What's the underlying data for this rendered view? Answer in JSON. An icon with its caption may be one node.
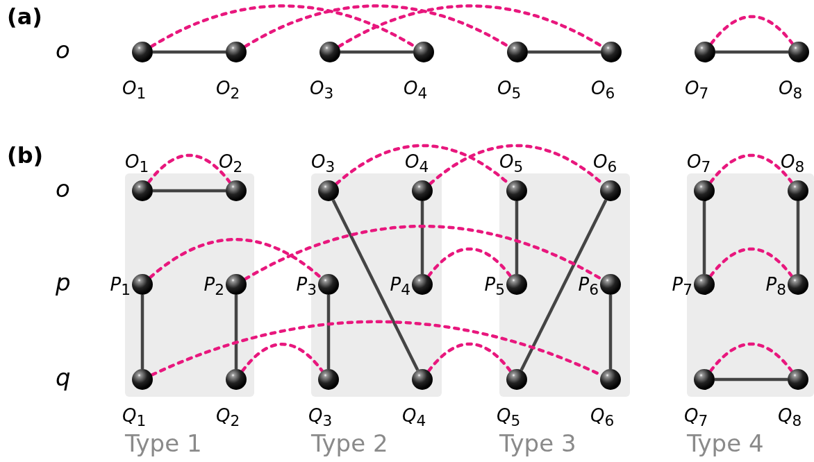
{
  "diagram": {
    "nodes": [
      {
        "text": [],
        "shape": "circle",
        "beside": [
          "*O*$_{1}$"
        ]
      },
      {
        "text": [],
        "shape": "circle",
        "beside": [
          "*O*$_{2}$"
        ]
      },
      {
        "text": [],
        "shape": "circle",
        "beside": [
          "*O*$_{3}$"
        ]
      },
      {
        "text": [],
        "shape": "circle",
        "beside": [
          "*O*$_{4}$"
        ]
      },
      {
        "text": [],
        "shape": "circle",
        "beside": [
          "*O*$_{5}$"
        ]
      },
      {
        "text": [],
        "shape": "circle",
        "beside": [
          "*O*$_{6}$"
        ]
      },
      {
        "text": [],
        "shape": "circle",
        "beside": [
          "*O*$_{7}$"
        ]
      },
      {
        "text": [],
        "shape": "circle",
        "beside": [
          "*O*$_{8}$"
        ]
      },
      {
        "text": [
          "Type 1"
        ]
      },
      {
        "text": [],
        "shape": "circle",
        "beside": [
          "*O*$_{1}$"
        ],
        "in": 8
      },
      {
        "text": [],
        "shape": "circle",
        "beside": [
          "*O*$_{2}$"
        ],
        "in": 8
      },
      {
        "text": [],
        "shape": "circle",
        "beside": [
          "*P*$_{1}$"
        ],
        "in": 8
      },
      {
        "text": [],
        "shape": "circle",
        "beside": [
          "*P*$_{2}$"
        ],
        "in": 8
      },
      {
        "text": [],
        "shape": "circle",
        "beside": [
          "*Q*$_{1}$"
        ],
        "in": 8
      },
      {
        "text": [],
        "shape": "circle",
        "beside": [
          "*Q*$_{2}$"
        ],
        "in": 8
      },
      {
        "text": [
          "Type 2"
        ]
      },
      {
        "text": [],
        "shape": "circle",
        "beside": [
          "*O*$_{3}$"
        ],
        "in": 15
      },
      {
        "text": [],
        "shape": "circle",
        "beside": [
          "*O*$_{4}$"
        ],
        "in": 15
      },
      {
        "text": [],
        "shape": "circle",
        "beside": [
          "*P*$_{3}$"
        ],
        "in": 15
      },
      {
        "text": [],
        "shape": "circle",
        "beside": [
          "*P*$_{4}$"
        ],
        "in": 15
      },
      {
        "text": [],
        "shape": "circle",
        "beside": [
          "*Q*$_{3}$"
        ],
        "in": 15
      },
      {
        "text": [],
        "shape": "circle",
        "beside": [
          "*Q*$_{4}$"
        ],
        "in": 15
      },
      {
        "text": [
          "Type 3"
        ]
      },
      {
        "text": [],
        "shape": "circle",
        "beside": [
          "*O*$_{5}$"
        ],
        "in": 22
      },
      {
        "text": [],
        "shape": "circle",
        "beside": [
          "*O*$_{6}$"
        ],
        "in": 22
      },
      {
        "text": [],
        "shape": "circle",
        "beside": [
          "*P*$_{5}$"
        ],
        "in": 22
      },
      {
        "text": [],
        "shape": "circle",
        "beside": [
          "*P*$_{6}$"
        ],
        "in": 22
      },
      {
        "text": [],
        "shape": "circle",
        "beside": [
          "*Q*$_{5}$"
        ],
        "in": 22
      },
      {
        "text": [],
        "shape": "circle",
        "beside": [
          "*Q*$_{6}$"
        ],
        "in": 22
      },
      {
        "text": [
          "Type 4"
        ]
      },
      {
        "text": [],
        "shape": "circle",
        "beside": [
          "*O*$_{7}$"
        ],
        "in": 29
      },
      {
        "text": [],
        "shape": "circle",
        "beside": [
          "*O*$_{8}$"
        ],
        "in": 29
      },
      {
        "text": [],
        "shape": "circle",
        "beside": [
          "*P*$_{7}$"
        ],
        "in": 29
      },
      {
        "text": [],
        "shape": "circle",
        "beside": [
          "*P*$_{8}$"
        ],
        "in": 29
      },
      {
        "text": [],
        "shape": "circle",
        "beside": [
          "*Q*$_{7}$"
        ],
        "in": 29
      },
      {
        "text": [],
        "shape": "circle",
        "beside": [
          "*Q*$_{8}$"
        ],
        "in": 29
      }
    ],
    "edges": [
      {
        "from": 0,
        "to": 1,
        "arrow": "none"
      },
      {
        "from": 2,
        "to": 3,
        "arrow": "none"
      },
      {
        "from": 4,
        "to": 5,
        "arrow": "none"
      },
      {
        "from": 6,
        "to": 7,
        "arrow": "none"
      },
      {
        "from": 0,
        "to": 3,
        "arrow": "none",
        "style": "dashed",
        "color": "#e8177d"
      },
      {
        "from": 1,
        "to": 4,
        "arrow": "none",
        "style": "dashed",
        "color": "#e8177d"
      },
      {
        "from": 2,
        "to": 5,
        "arrow": "none",
        "style": "dashed",
        "color": "#e8177d"
      },
      {
        "from": 6,
        "to": 7,
        "arrow": "none",
        "style": "dashed",
        "color": "#e8177d"
      },
      {
        "from": 9,
        "to": 10,
        "arrow": "none"
      },
      {
        "from": 11,
        "to": 13,
        "arrow": "none"
      },
      {
        "from": 12,
        "to": 14,
        "arrow": "none"
      },
      {
        "from": 16,
        "to": 21,
        "arrow": "none"
      },
      {
        "from": 17,
        "to": 19,
        "arrow": "none"
      },
      {
        "from": 18,
        "to": 20,
        "arrow": "none"
      },
      {
        "from": 23,
        "to": 25,
        "arrow": "none"
      },
      {
        "from": 24,
        "to": 27,
        "arrow": "none"
      },
      {
        "from": 26,
        "to": 28,
        "arrow": "none"
      },
      {
        "from": 30,
        "to": 32,
        "arrow": "none"
      },
      {
        "from": 31,
        "to": 33,
        "arrow": "none"
      },
      {
        "from": 34,
        "to": 35,
        "arrow": "none"
      },
      {
        "from": 9,
        "to": 10,
        "arrow": "none",
        "style": "dashed",
        "color": "#e8177d"
      },
      {
        "from": 11,
        "to": 18,
        "arrow": "none",
        "style": "dashed",
        "color": "#e8177d"
      },
      {
        "from": 12,
        "to": 26,
        "arrow": "none",
        "style": "dashed",
        "color": "#e8177d"
      },
      {
        "from": 13,
        "to": 28,
        "arrow": "none",
        "style": "dashed",
        "color": "#e8177d"
      },
      {
        "from": 14,
        "to": 20,
        "arrow": "none",
        "style": "dashed",
        "color": "#e8177d"
      },
      {
        "from": 16,
        "to": 23,
        "arrow": "none",
        "style": "dashed",
        "color": "#e8177d"
      },
      {
        "from": 17,
        "to": 24,
        "arrow": "none",
        "style": "dashed",
        "color": "#e8177d"
      },
      {
        "from": 19,
        "to": 25,
        "arrow": "none",
        "style": "dashed",
        "color": "#e8177d"
      },
      {
        "from": 21,
        "to": 27,
        "arrow": "none",
        "style": "dashed",
        "color": "#e8177d"
      },
      {
        "from": 30,
        "to": 31,
        "arrow": "none",
        "style": "dashed",
        "color": "#e8177d"
      },
      {
        "from": 32,
        "to": 33,
        "arrow": "none",
        "style": "dashed",
        "color": "#e8177d"
      },
      {
        "from": 34,
        "to": 35,
        "arrow": "none",
        "style": "dashed",
        "color": "#e8177d"
      }
    ],
    "labels": [
      "(a)",
      "o",
      "(b)",
      "o",
      "p",
      "q"
    ]
  }
}
